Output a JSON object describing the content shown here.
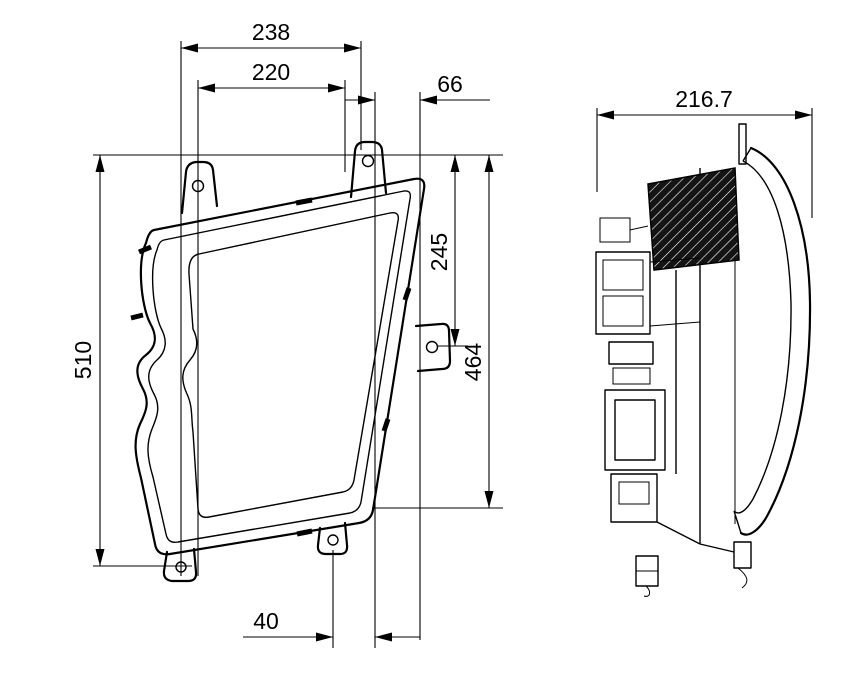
{
  "front_view": {
    "dim_width_top": "238",
    "dim_width_inner": "220",
    "dim_offset_right": "66",
    "dim_height_overall": "510",
    "dim_height_upper": "245",
    "dim_height_right": "464",
    "dim_offset_bottom": "40"
  },
  "side_view": {
    "dim_depth": "216.7"
  }
}
